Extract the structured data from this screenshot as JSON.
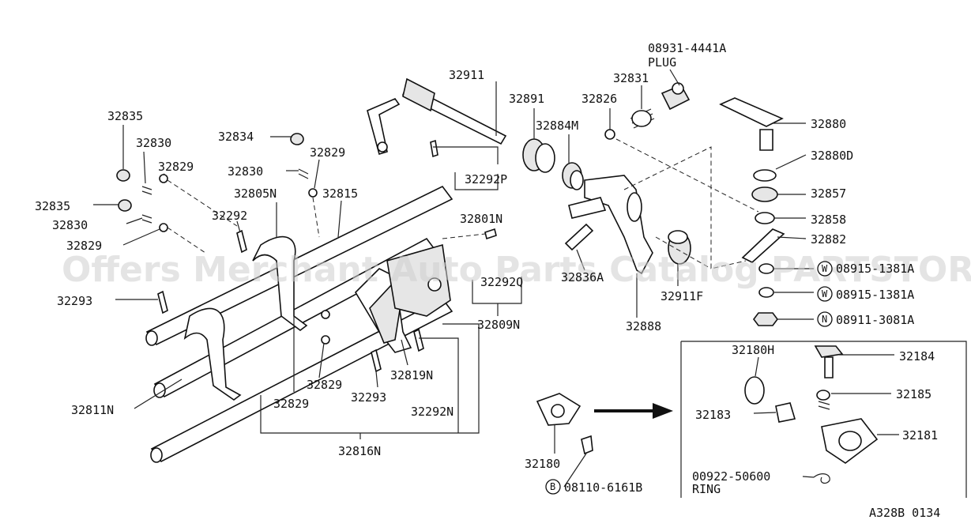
{
  "watermark": "Offers Merchant Auto Parts Catalog PARTSTORE.SA",
  "figure_code": "A328B 0134",
  "labels": {
    "p08931": "08931-4441A",
    "plug": "PLUG",
    "p32911": "32911",
    "p32831": "32831",
    "p32891": "32891",
    "p32826": "32826",
    "p32884m": "32884M",
    "p32880": "32880",
    "p32880d": "32880D",
    "p32857": "32857",
    "p32858": "32858",
    "p32882": "32882",
    "p08915a": "08915-1381A",
    "p08915b": "08915-1381A",
    "p08911": "08911-3081A",
    "p32835a": "32835",
    "p32830a": "32830",
    "p32834": "32834",
    "p32829a": "32829",
    "p32829b": "32829",
    "p32830b": "32830",
    "p32805n": "32805N",
    "p32815": "32815",
    "p32292p": "32292P",
    "p32835b": "32835",
    "p32292": "32292",
    "p32801n": "32801N",
    "p32830c": "32830",
    "p32829c": "32829",
    "p32836a": "32836A",
    "p32292q": "32292Q",
    "p32293a": "32293",
    "p32911f": "32911F",
    "p32809n": "32809N",
    "p32888": "32888",
    "p32819n": "32819N",
    "p32829d": "32829",
    "p32293b": "32293",
    "p32811n": "32811N",
    "p32829e": "32829",
    "p32292n": "32292N",
    "p32816n": "32816N",
    "p32180": "32180",
    "p08110": "08110-6161B",
    "p32180h": "32180H",
    "p32184": "32184",
    "p32185": "32185",
    "p32183": "32183",
    "p32181": "32181",
    "p00922": "00922-50600",
    "ring": "RING"
  },
  "markers": {
    "w1": "W",
    "w2": "W",
    "n1": "N",
    "b1": "B"
  }
}
